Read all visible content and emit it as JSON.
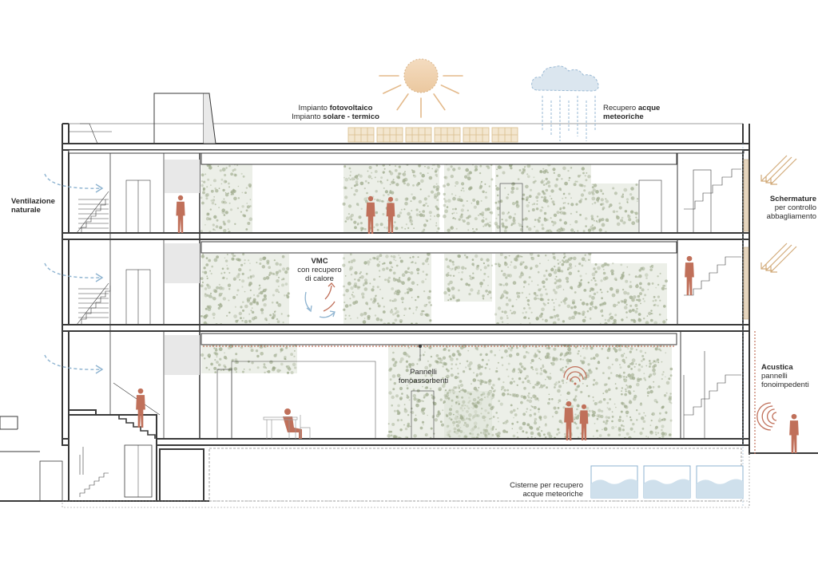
{
  "labels": {
    "pv_prefix": "Impianto ",
    "pv_bold": "fotovoltaico",
    "solar_prefix": "Impianto ",
    "solar_bold": "solare - termico",
    "rain_prefix": "Recupero ",
    "rain_bold1": "acque",
    "rain_bold2": "meteoriche",
    "vent_line1": "Ventilazione",
    "vent_line2": "naturale",
    "shade_bold": "Schermature",
    "shade_line2": "per controllo",
    "shade_line3": "abbagliamento",
    "vmc_bold": "VMC",
    "vmc_line2": "con recupero",
    "vmc_line3": "di calore",
    "panels_line1": "Pannelli",
    "panels_line2": "fonoassorbenti",
    "acoustic_bold": "Acustica",
    "acoustic_line2": "pannelli",
    "acoustic_line3": "fonoimpedenti",
    "cistern_line1": "Cisterne per recupero",
    "cistern_line2": "acque meteoriche"
  },
  "icons": [
    "sun-icon",
    "cloud-icon",
    "rain-icon",
    "solar-panel-icon",
    "wind-arrow-icon",
    "sun-ray-arrow-icon",
    "recycle-arrow-icon",
    "sound-wave-icon",
    "water-tank-icon",
    "person-icon"
  ],
  "colors": {
    "line": "#3a3a3a",
    "accent": "#c0705a",
    "sun": "#e3b98a",
    "sky_blue": "#8db3d0",
    "vegetation": "#a9b39a"
  }
}
